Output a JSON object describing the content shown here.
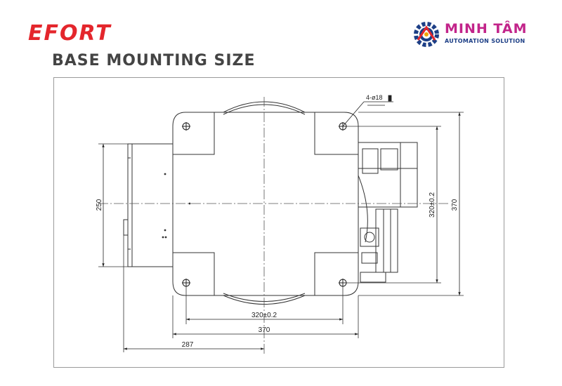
{
  "header": {
    "brand": "EFORT",
    "title": "BASE MOUNTING SIZE"
  },
  "logo": {
    "name": "MINH TÂM",
    "tagline": "AUTOMATION SOLUTION"
  },
  "drawing": {
    "hole_note": "4-ø18",
    "dimensions": {
      "left_height": "250",
      "hole_spacing_vertical": "320±0.2",
      "overall_height": "370",
      "hole_spacing_horizontal": "320±0.2",
      "overall_width": "370",
      "center_offset": "287"
    }
  },
  "colors": {
    "brand_red": "#e4262c",
    "title_gray": "#444444",
    "logo_magenta": "#c2248a",
    "logo_blue": "#1d3f86",
    "line": "#333333"
  }
}
